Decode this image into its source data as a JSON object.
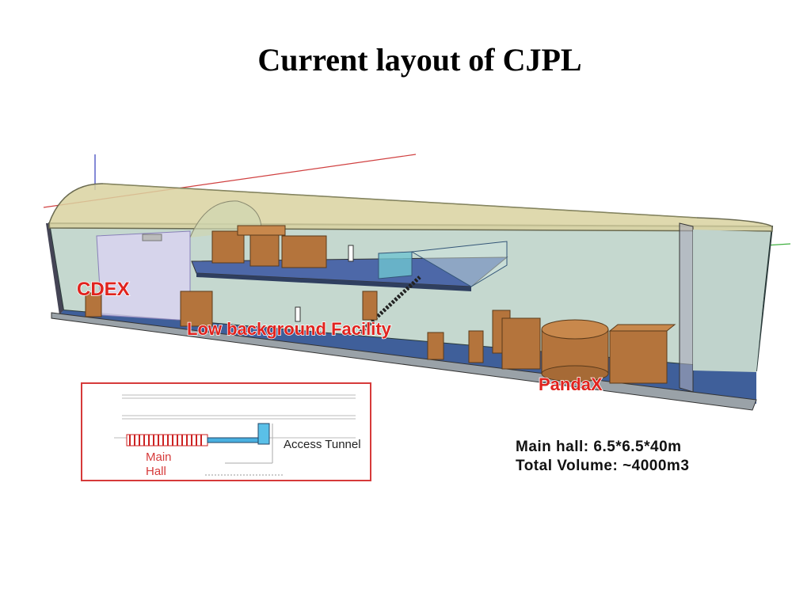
{
  "slide": {
    "title": "Current layout of CJPL"
  },
  "diagram_labels": {
    "cdex": "CDEX",
    "low_background": "Low background Facility",
    "pandax": "PandaX"
  },
  "inset": {
    "main_hall_line1": "Main",
    "main_hall_line2": "Hall",
    "access_tunnel": "Access Tunnel"
  },
  "stats": {
    "line1": "Main hall: 6.5*6.5*40m",
    "line2": "Total Volume: ~4000m3"
  },
  "colors": {
    "label_red": "#e0231e",
    "floor_blue": "#3f5f9a",
    "wall_green": "#c5d8cf",
    "roof_tan": "#d9d2a0",
    "box_brown": "#b4743c"
  }
}
